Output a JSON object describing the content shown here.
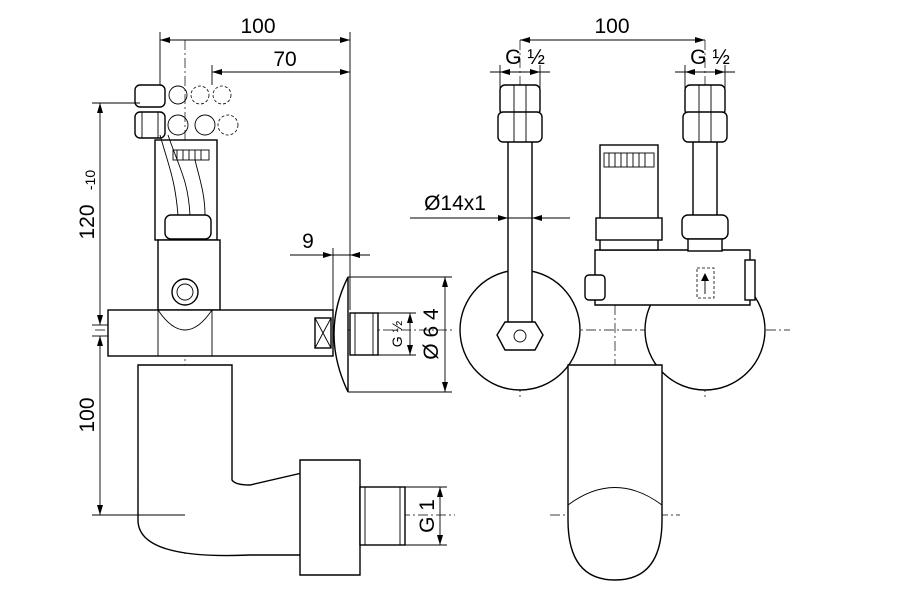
{
  "dimensions": {
    "side_width_total": "100",
    "side_width_partial": "70",
    "side_height_upper": "120",
    "side_height_upper_tol": "-10",
    "side_height_lower": "100",
    "side_offset": "9",
    "side_thread_outlet": "G ½",
    "side_diameter_rosette": "Ø 6 4",
    "side_thread_drain": "G 1",
    "front_width": "100",
    "front_thread_left": "G ½",
    "front_thread_right": "G ½",
    "front_pipe_diameter": "Ø14x1"
  },
  "icons": {
    "flow_arrow": "up-arrow-icon"
  }
}
